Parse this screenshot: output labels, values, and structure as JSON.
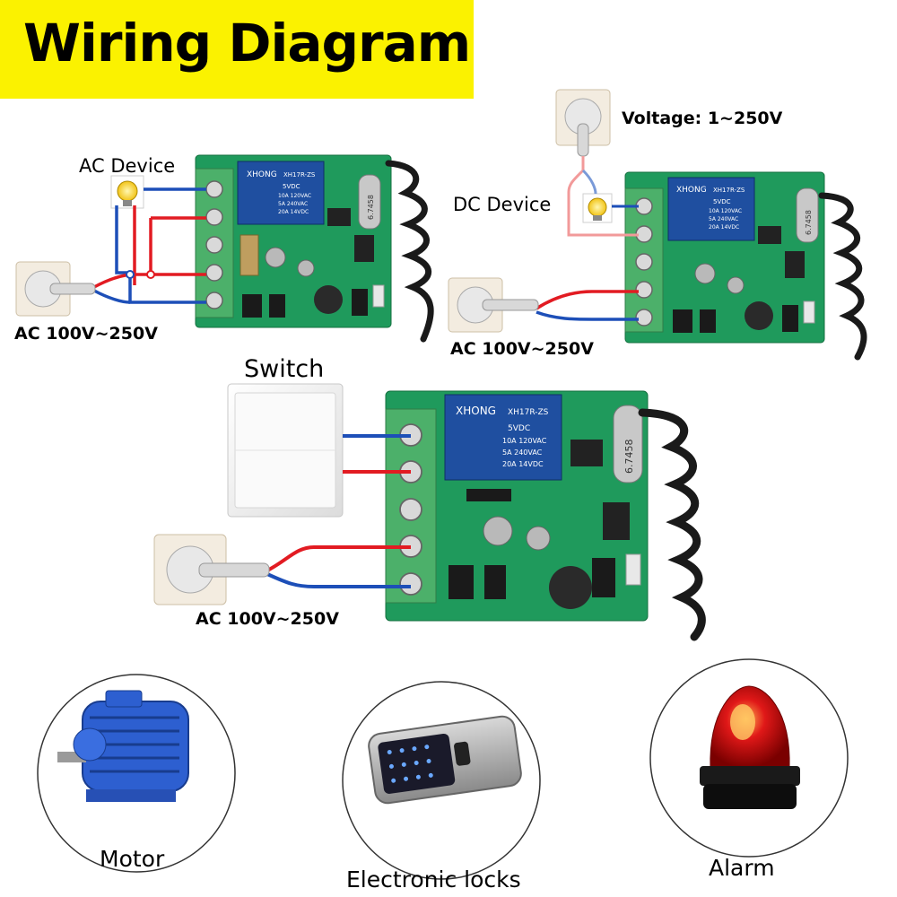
{
  "banner": {
    "title": "Wiring Diagram"
  },
  "diagrams": {
    "ac": {
      "device_label": "AC Device",
      "power_label": "AC 100V~250V"
    },
    "dc": {
      "device_label": "DC Device",
      "power_label": "AC 100V~250V",
      "voltage_label": "Voltage: 1~250V"
    },
    "switch": {
      "switch_label": "Switch",
      "power_label": "AC 100V~250V"
    }
  },
  "relay_module": {
    "brand": "XHONG",
    "model": "XH17R-ZS",
    "coil": "5VDC",
    "rating_1": "10A 120VAC",
    "rating_2": "5A 240VAC",
    "rating_3": "20A 14VDC",
    "crystal": "6.7458"
  },
  "applications": [
    {
      "label": "Motor",
      "icon": "motor-icon"
    },
    {
      "label": "Electronic locks",
      "icon": "electronic-lock-icon"
    },
    {
      "label": "Alarm",
      "icon": "alarm-light-icon"
    }
  ],
  "colors": {
    "banner": "#fbf200",
    "live_wire": "#e21b22",
    "neutral_wire": "#1d4fb8",
    "pcb": "#1f9a5c",
    "terminal_block": "#4cb06a",
    "relay": "#1f4fa0"
  }
}
